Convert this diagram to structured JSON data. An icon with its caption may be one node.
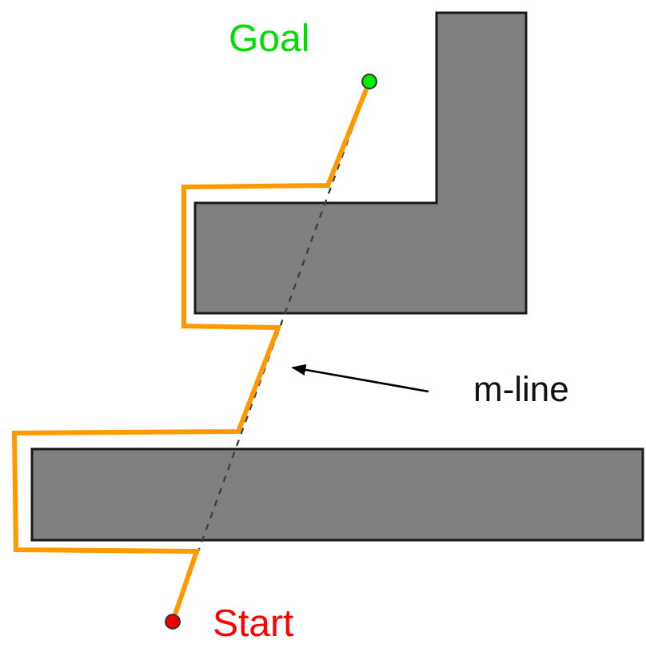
{
  "diagram": {
    "nodes": [
      {
        "text": [],
        "shape": "circle",
        "beside": [
          "Goal"
        ]
      },
      {
        "text": [
          "m-line"
        ]
      },
      {
        "text": [],
        "shape": "circle",
        "beside": [
          "Start"
        ]
      }
    ],
    "edges": [
      {
        "from": 2,
        "to": 0,
        "arrow": "none",
        "color": "#ff9900",
        "style": "thick"
      },
      {
        "from": 2,
        "to": 0,
        "arrow": "none",
        "style": "dashed",
        "color": "#404040"
      },
      {
        "from": 1,
        "to": null,
        "arrow": "to",
        "color": "#000000"
      }
    ]
  }
}
